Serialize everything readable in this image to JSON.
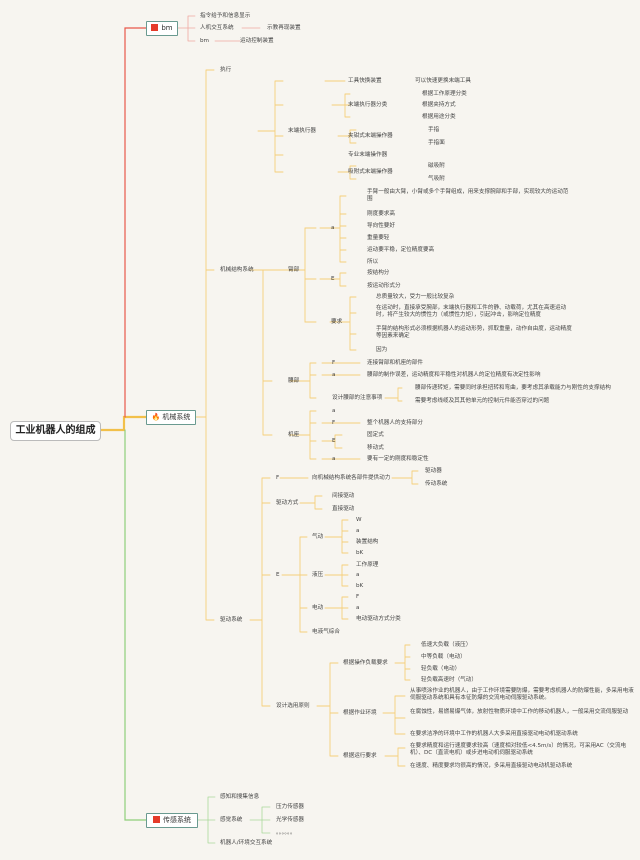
{
  "root": "工业机器人的组成",
  "colors": {
    "hmi": "#e8584a",
    "mech": "#f2c04a",
    "sensor": "#8fcf7a",
    "box_border": "#6a9a90"
  },
  "branches": {
    "hmi": {
      "label": "bm",
      "icon": "flag-icon",
      "items": [
        "指令给予和信息显示",
        "人机交互系统",
        "示教再现装置",
        "bm",
        "运动控制装置"
      ]
    },
    "mech": {
      "label": "机械系统",
      "icon": "fire-icon",
      "exec": "执行",
      "end": {
        "label": "末端执行器",
        "tool": "工具快换装置",
        "tool_note": "可以快速更换末端工具",
        "cls": "末端执行器分类",
        "cls_items": [
          "根据工作原理分类",
          "根据夹持方式",
          "根据用途分类"
        ],
        "clamp": "夹钳式末端操作器",
        "clamp_items": [
          "手指",
          "手指面"
        ],
        "special": "专业末端操作器",
        "suction": "吸附式末端操作器",
        "suction_items": [
          "磁吸附",
          "气吸附"
        ]
      },
      "structure": {
        "label": "机械结构系统",
        "arm": {
          "label": "臂部",
          "a": "a",
          "a_items": [
            "手臂一般由大臂，小臂或多个手臂组成，用来支撑腕部和手部，实现较大的运动范围",
            "刚度要求高",
            "导向性要好",
            "重量要轻",
            "运动要平稳，定位精度要高",
            "所以"
          ],
          "e": "E",
          "e_items": [
            "按结构分",
            "按运动形式分"
          ],
          "req": "要求",
          "req_items": [
            "总质量较大，受力一般比较复杂",
            "在运动时，直接承受腕部，末端执行器和工件的静、动载荷，尤其在高速运动时，将产生较大的惯性力（或惯性力矩），引起冲击，影响定位精度",
            "手臂的结构形式必须根据机器人的运动形势，抓取重量，动作自由度，运动精度等因素来确定",
            "因为"
          ]
        },
        "waist": {
          "label": "腰部",
          "f": "F",
          "f_note": "连接臂部和机座的部件",
          "a": "a",
          "a_note": "腰部的制作误差，运动精度和平稳性对机器人的定位精度有决定性影响",
          "design": "设计腰部的注意事项",
          "design_items": [
            "腰部传递转矩，需要同时承担扭转和弯曲，要考虑其承载能力与刚性的支撑结构",
            "需要考虑线缆及其其他单元的控制元件能否穿过的问题"
          ]
        },
        "base": {
          "label": "机座",
          "items": [
            "a",
            "F",
            "E",
            "a"
          ],
          "f_note": "整个机器人的支持部分",
          "e_items": [
            "固定式",
            "移动式"
          ],
          "a_note": "要有一定的刚度和稳定性"
        }
      },
      "drive": {
        "label": "驱动系统",
        "f": "F",
        "f_note": "向机械结构系统各部件提供动力",
        "f_items": [
          "驱动器",
          "传动系统"
        ],
        "mode": "驱动方式",
        "mode_items": [
          "间接驱动",
          "直接驱动"
        ],
        "e": "E",
        "pneu": "气动",
        "pneu_items": [
          "W",
          "a",
          "装置结构",
          "bK"
        ],
        "hyd": "液压",
        "hyd_items": [
          "工作原理",
          "a",
          "bK"
        ],
        "elec": "电动",
        "elec_items": [
          "F",
          "a",
          "电动驱动方式分类"
        ],
        "combo": "电液气综合",
        "principle": "设计选用原则",
        "load": "根据操作负载要求",
        "load_items": [
          "低速大负载（液压）",
          "中等负载（电动）",
          "轻负载（电动）",
          "轻负载高速时（气动）"
        ],
        "env": "根据作业环境",
        "env_items": [
          "从事喷涂作业的机器人，由于工作环境需要防爆，需要考虑机器人的防爆性能，多采用电液伺服驱动系统和具有本征防爆的交流电动伺服驱动系统。",
          "在腐蚀性，易燃易爆气体，放射性物质环境中工作的移动机器人，一般采用交流伺服驱动",
          "在要求洁净的环境中工作的机器人大多采用直接驱动电动机驱动系统"
        ],
        "run": "根据运行要求",
        "run_items": [
          "在要求精度和运行速度要求较高（速度相对较低<4.5m/s）的情况，可采用AC（交流电机）、DC（直流电机）或步进电动机伺服驱动系统",
          "在速度、精度要求均很高的情况，多采用直接驱动电动机驱动系统"
        ]
      }
    },
    "sensor": {
      "label": "传感系统",
      "icon": "flag-icon",
      "items": [
        "感知和搜集信息",
        "感觉系统",
        "机器人/环境交互系统"
      ],
      "sense_items": [
        "压力传感器",
        "光学传感器",
        "。。。。。。"
      ]
    }
  }
}
